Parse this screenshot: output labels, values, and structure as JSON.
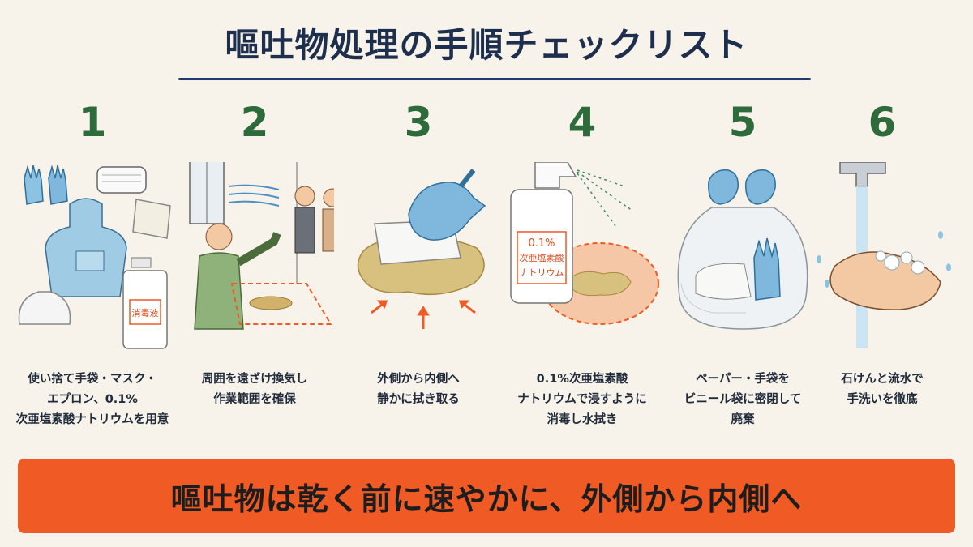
{
  "title": "嘔吐物処理の手順チェックリスト",
  "steps": [
    {
      "number": "1",
      "lines": [
        "使い捨て手袋・マスク・",
        "エプロン、0.1%",
        "次亜塩素酸ナトリウムを用意"
      ],
      "bottle_label": "消毒液"
    },
    {
      "number": "2",
      "lines": [
        "周囲を遠ざけ換気し",
        "作業範囲を確保"
      ]
    },
    {
      "number": "3",
      "lines": [
        "外側から内側へ",
        "静かに拭き取る"
      ]
    },
    {
      "number": "4",
      "lines": [
        "0.1%次亜塩素酸",
        "ナトリウムで浸すように",
        "消毒し水拭き"
      ],
      "bottle_label_1": "0.1%",
      "bottle_label_2": "次亜塩素酸",
      "bottle_label_3": "ナトリウム"
    },
    {
      "number": "5",
      "lines": [
        "ペーパー・手袋を",
        "ビニール袋に密閉して",
        "廃棄"
      ]
    },
    {
      "number": "6",
      "lines": [
        "石けんと流水で",
        "手洗いを徹底"
      ]
    }
  ],
  "banner": "嘔吐物は乾く前に速やかに、外側から内側へ",
  "colors": {
    "accent": "#f05a24",
    "number": "#2e6b3a",
    "title": "#1e2f4d",
    "glove": "#7fb8dc"
  }
}
